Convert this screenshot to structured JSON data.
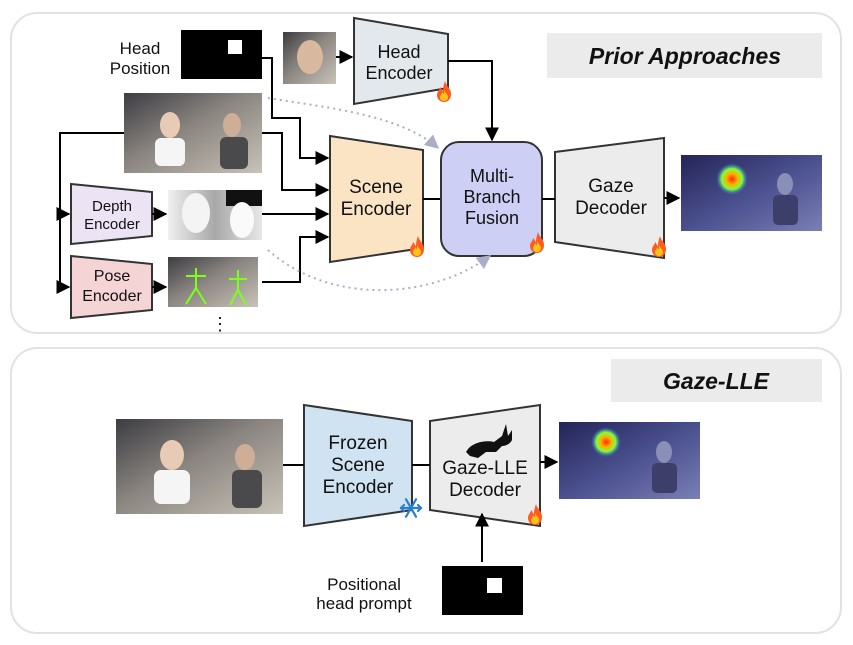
{
  "prior": {
    "title": "Prior Approaches",
    "head_position_line1": "Head",
    "head_position_line2": "Position",
    "head_encoder_line1": "Head",
    "head_encoder_line2": "Encoder",
    "depth_encoder_line1": "Depth",
    "depth_encoder_line2": "Encoder",
    "pose_encoder_line1": "Pose",
    "pose_encoder_line2": "Encoder",
    "scene_encoder_line1": "Scene",
    "scene_encoder_line2": "Encoder",
    "fusion_line1": "Multi-",
    "fusion_line2": "Branch",
    "fusion_line3": "Fusion",
    "gaze_decoder_line1": "Gaze",
    "gaze_decoder_line2": "Decoder",
    "ellipsis": "⋮"
  },
  "gazelle": {
    "title": "Gaze-LLE",
    "frozen_line1": "Frozen",
    "frozen_line2": "Scene",
    "frozen_line3": "Encoder",
    "decoder_line1": "Gaze-LLE",
    "decoder_line2": "Decoder",
    "prompt_line1": "Positional",
    "prompt_line2": "head prompt"
  },
  "icons": {
    "trainable": "fire-icon",
    "frozen": "snowflake-icon",
    "logo": "gazelle-icon"
  },
  "colors": {
    "head_encoder": "#e3e8ec",
    "depth_encoder": "#ece4f4",
    "pose_encoder": "#f4d4d4",
    "scene_encoder": "#fbe4c4",
    "fusion": "#cdd0f4",
    "gaze_decoder": "#ececec",
    "frozen_encoder": "#cfe3f2",
    "gazelle_decoder": "#ececec",
    "title_bg": "#ebebeb"
  }
}
